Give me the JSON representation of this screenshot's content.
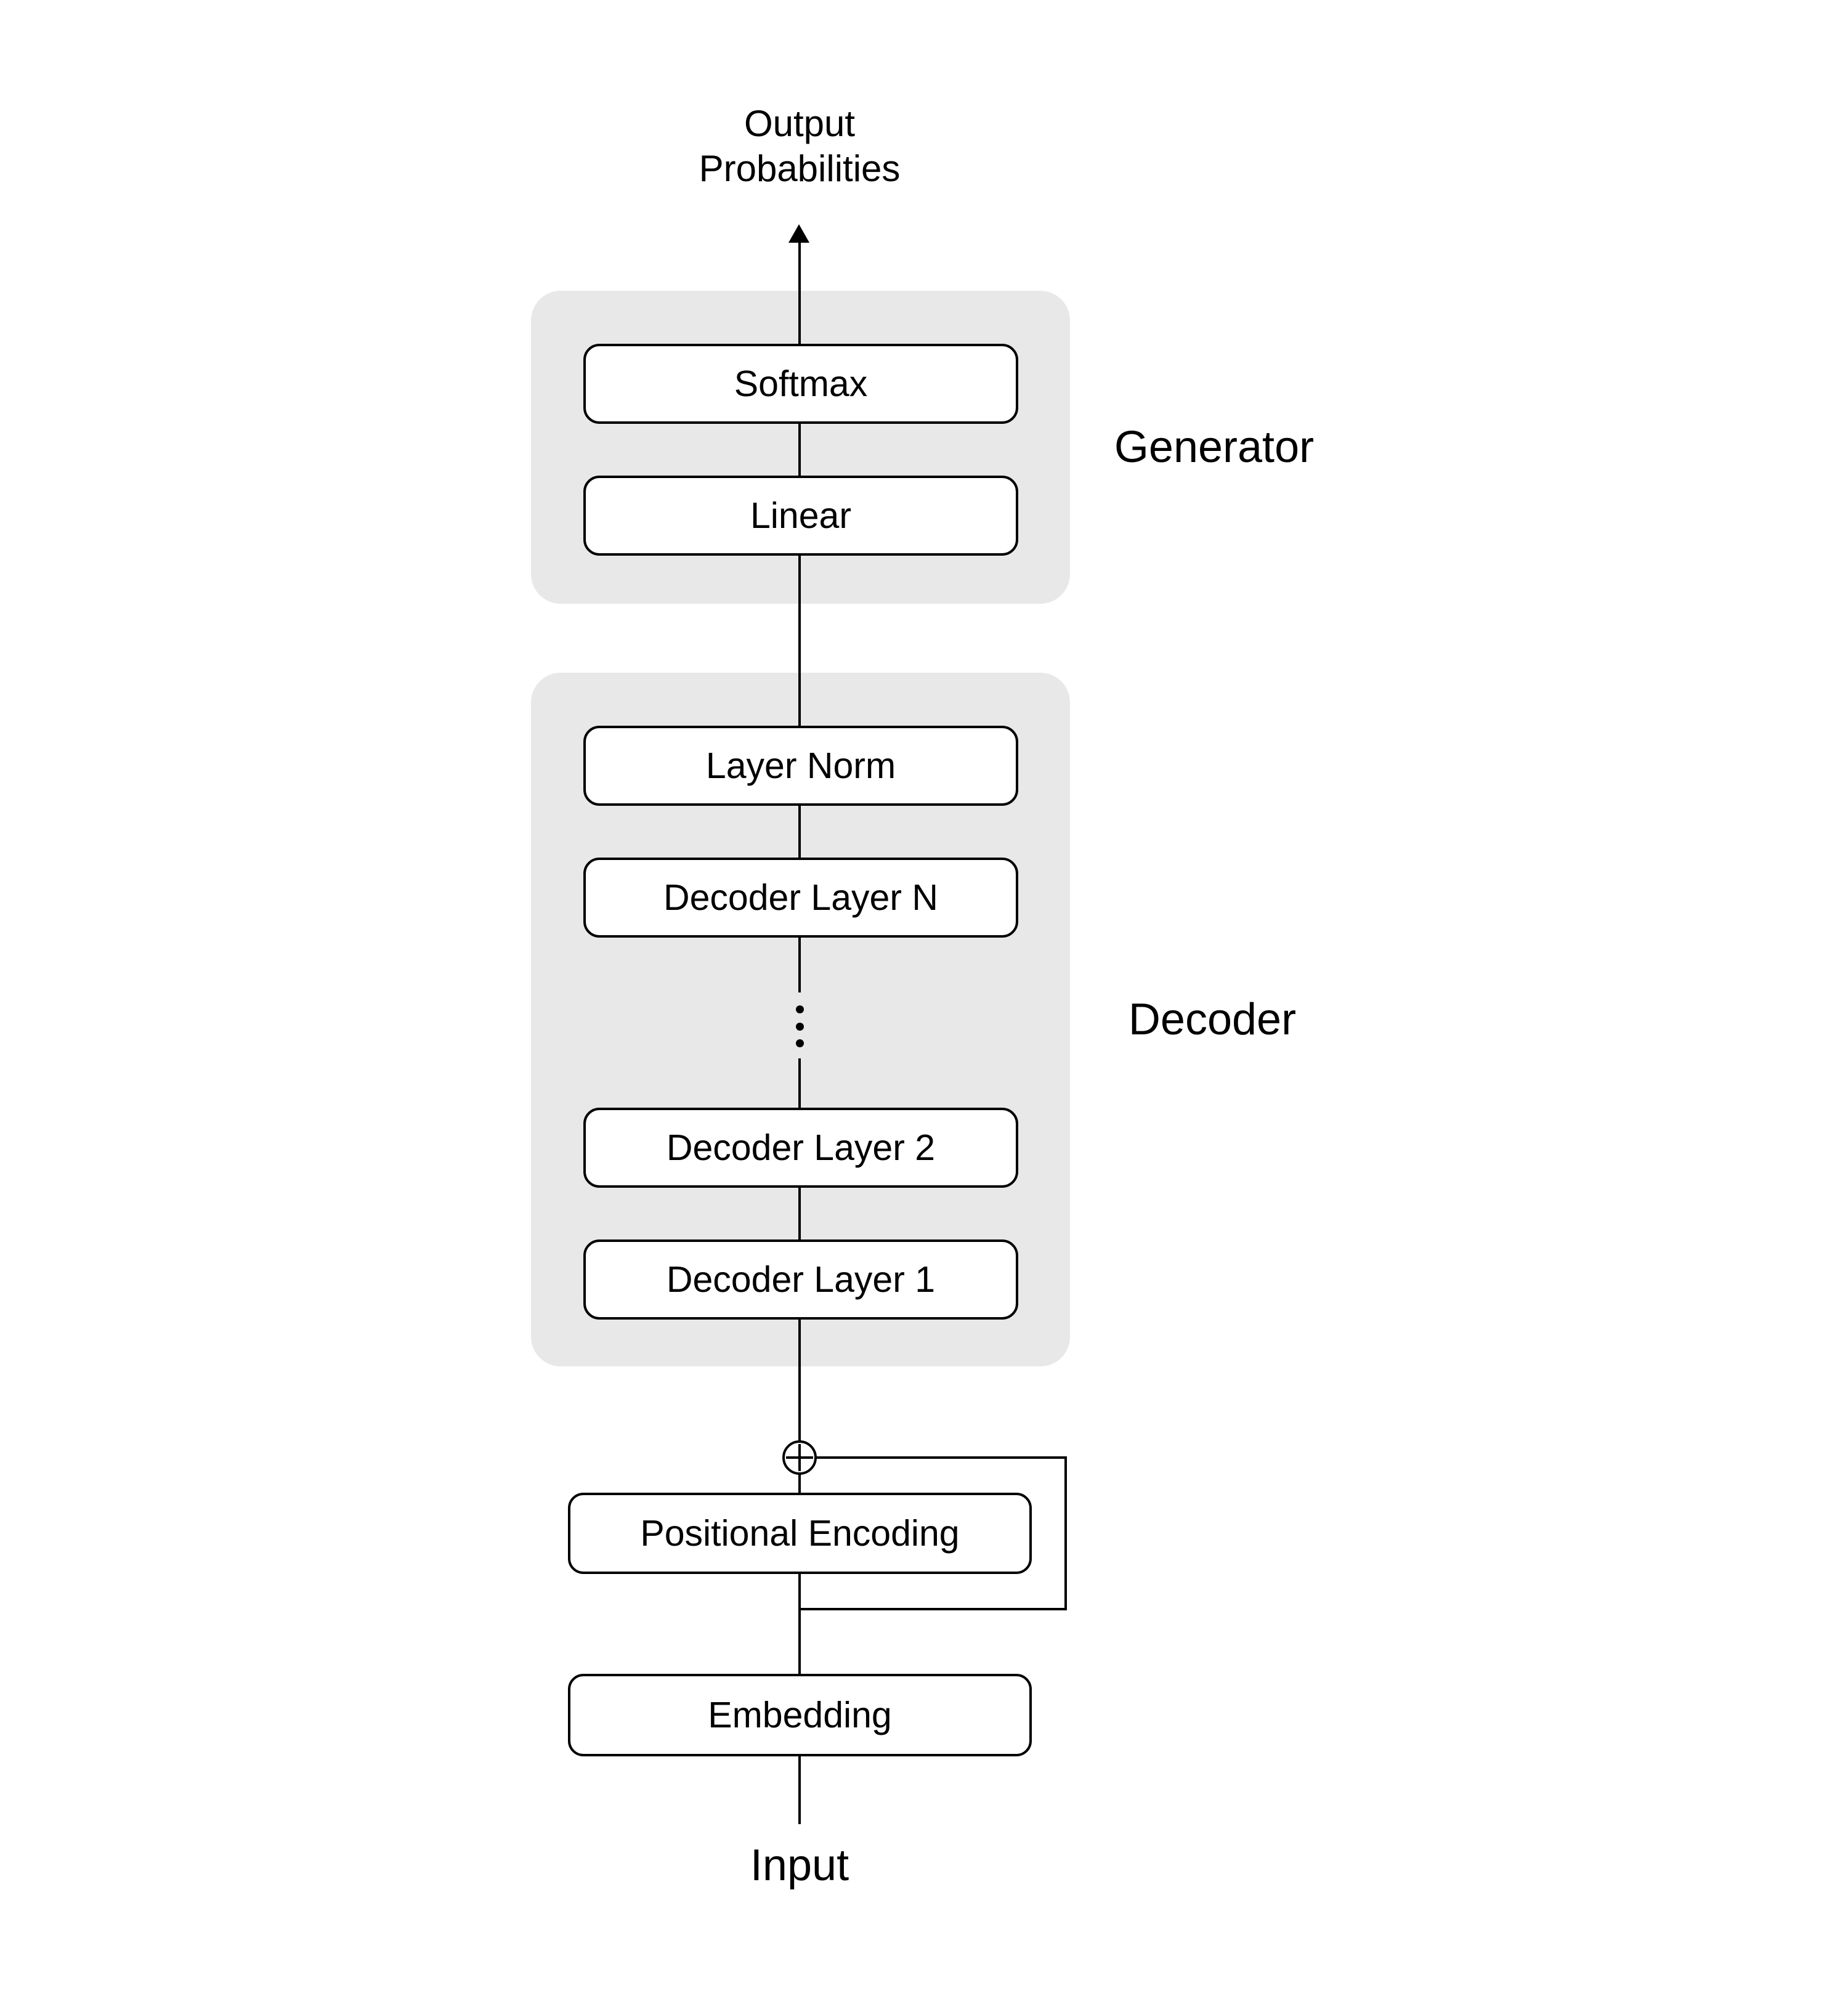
{
  "diagram": {
    "output_probabilities": {
      "line1": "Output",
      "line2": "Probabilities"
    },
    "generator_group": {
      "label": "Generator",
      "softmax": "Softmax",
      "linear": "Linear"
    },
    "decoder_group": {
      "label": "Decoder",
      "layer_norm": "Layer Norm",
      "decoder_layer_n": "Decoder Layer N",
      "decoder_layer_2": "Decoder Layer 2",
      "decoder_layer_1": "Decoder Layer 1"
    },
    "positional_encoding": "Positional Encoding",
    "embedding": "Embedding",
    "input": "Input"
  },
  "colors": {
    "background": "#ffffff",
    "group_fill": "#e8e8e8",
    "box_fill": "#ffffff",
    "stroke": "#000000",
    "text": "#000000"
  }
}
